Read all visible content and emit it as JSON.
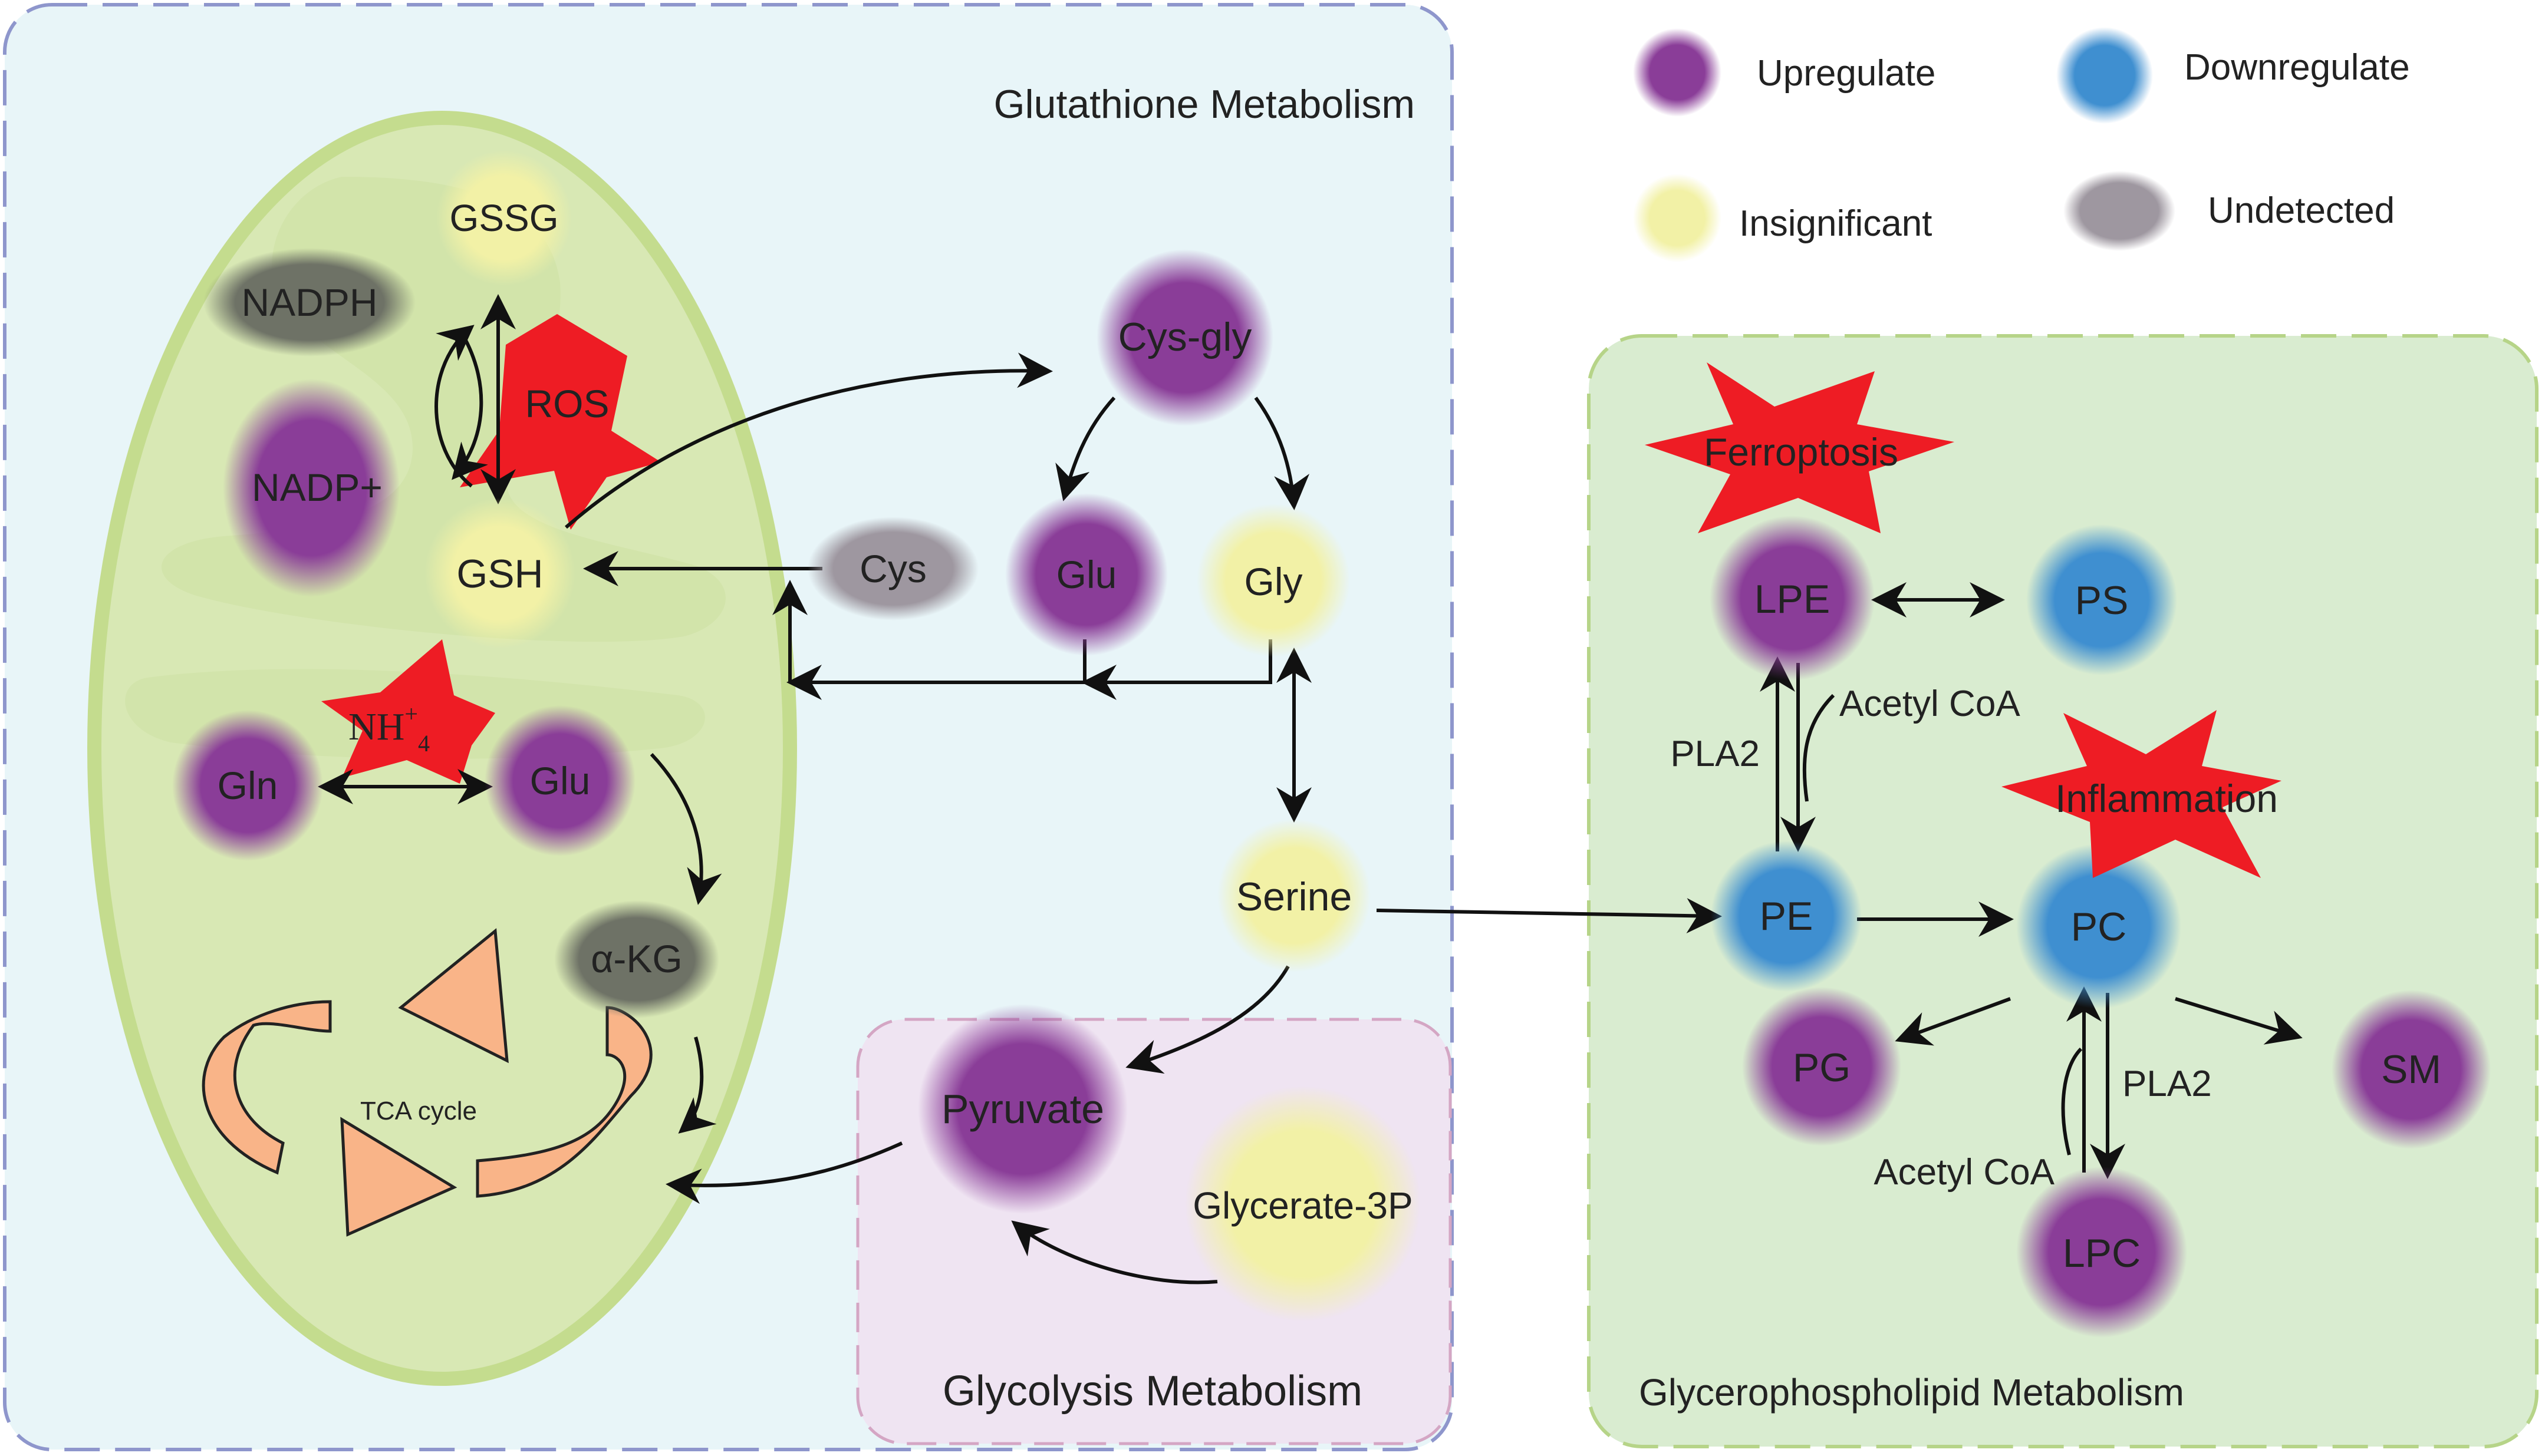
{
  "colors": {
    "upregulate": "#8a3d98",
    "downregulate": "#3f8fd0",
    "insignificant": "#f2f1a6",
    "undetected": "#9e97a0",
    "undetected_dark": "#6e7266",
    "glutathione_panel": "#e8f5f8",
    "glycolysis_panel": "#efe4f2",
    "glycerophospholipid_panel": "#d9ecd0",
    "mitochondrion": "#d8e8b4",
    "star": "#ee1c24",
    "tca_arrow": "#f9b488"
  },
  "legend": {
    "upregulate": "Upregulate",
    "downregulate": "Downregulate",
    "insignificant": "Insignificant",
    "undetected": "Undetected"
  },
  "regions": {
    "glutathione": "Glutathione Metabolism",
    "glycolysis": "Glycolysis Metabolism",
    "glycerophospholipid": "Glycerophospholipid Metabolism"
  },
  "nodes": {
    "gssg": {
      "label": "GSSG",
      "status": "insignificant"
    },
    "nadph": {
      "label": "NADPH",
      "status": "undetected"
    },
    "nadp": {
      "label": "NADP+",
      "status": "upregulate"
    },
    "gsh": {
      "label": "GSH",
      "status": "insignificant"
    },
    "gln": {
      "label": "Gln",
      "status": "upregulate"
    },
    "glu_mito": {
      "label": "Glu",
      "status": "upregulate"
    },
    "akg": {
      "label": "α-KG",
      "status": "undetected"
    },
    "cysgly": {
      "label": "Cys-gly",
      "status": "upregulate"
    },
    "cys": {
      "label": "Cys",
      "status": "undetected"
    },
    "glu": {
      "label": "Glu",
      "status": "upregulate"
    },
    "gly": {
      "label": "Gly",
      "status": "insignificant"
    },
    "serine": {
      "label": "Serine",
      "status": "insignificant"
    },
    "pyruvate": {
      "label": "Pyruvate",
      "status": "upregulate"
    },
    "glycerate": {
      "label": "Glycerate-3P",
      "status": "insignificant"
    },
    "lpe": {
      "label": "LPE",
      "status": "upregulate"
    },
    "ps": {
      "label": "PS",
      "status": "downregulate"
    },
    "pe": {
      "label": "PE",
      "status": "downregulate"
    },
    "pc": {
      "label": "PC",
      "status": "downregulate"
    },
    "pg": {
      "label": "PG",
      "status": "upregulate"
    },
    "sm": {
      "label": "SM",
      "status": "upregulate"
    },
    "lpc": {
      "label": "LPC",
      "status": "upregulate"
    }
  },
  "stars": {
    "ros": "ROS",
    "nh": "NH",
    "ferroptosis": "Ferroptosis",
    "inflammation": "Inflammation"
  },
  "labels": {
    "tca": "TCA cycle",
    "pla2_top": "PLA2",
    "acetyl_top": "Acetyl CoA",
    "pla2_bottom": "PLA2",
    "acetyl_bottom": "Acetyl CoA"
  }
}
